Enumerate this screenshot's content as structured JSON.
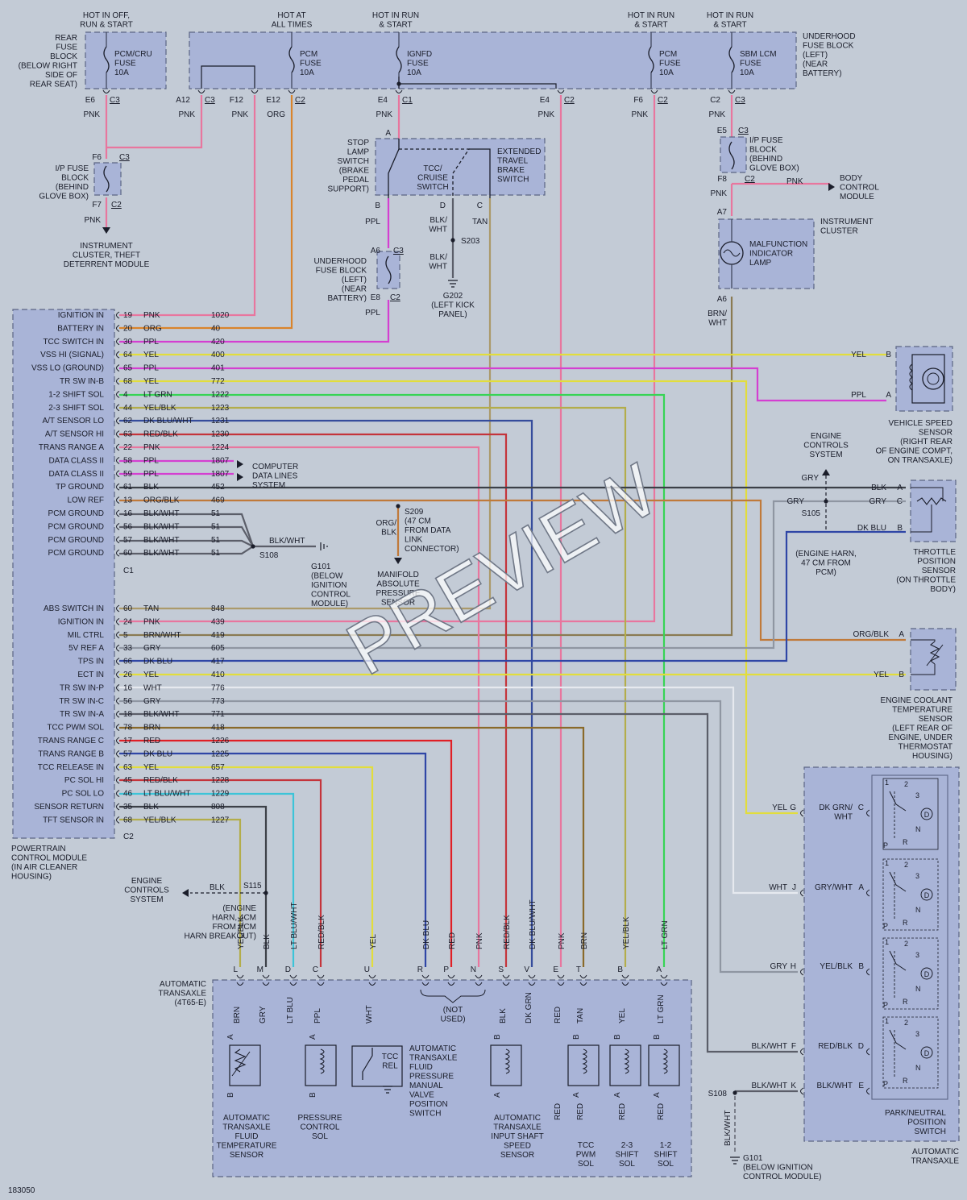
{
  "diagram_id": "183050",
  "watermark": "PREVIEW",
  "colors": {
    "PNK": "#e8769e",
    "ORG": "#d9842c",
    "PPL": "#d43fd1",
    "YEL": "#e2dd3c",
    "LTGRN": "#37d455",
    "YELBLK": "#b3ad4b",
    "DKBLU": "#2f46a6",
    "DKBLUWHT": "#354c9c",
    "REDBLK": "#c4343b",
    "BLK": "#3c4048",
    "ORGBLK": "#c07a3a",
    "BLKWHT": "#5b5e69",
    "TAN": "#ab9a6b",
    "BRNWHT": "#8a7b52",
    "GRY": "#8f96a2",
    "WHT": "#e6e9ef",
    "BRN": "#8a6a2a",
    "RED": "#e01f26",
    "LTBLUWHT": "#3cc4d8",
    "LTBLU": "#3cc4d8",
    "DKGRNWHT": "#2f8a5a",
    "DKGRN": "#20a32a"
  },
  "pcm": {
    "name": "POWERTRAIN\nCONTROL MODULE\n(IN AIR CLEANER\nHOUSING)",
    "conn_c1": "C1",
    "conn_c2": "C2",
    "pins": [
      {
        "label": "IGNITION IN",
        "pin": "19",
        "color": "PNK",
        "circuit": "1020"
      },
      {
        "label": "BATTERY IN",
        "pin": "20",
        "color": "ORG",
        "circuit": "40"
      },
      {
        "label": "TCC SWITCH IN",
        "pin": "30",
        "color": "PPL",
        "circuit": "420"
      },
      {
        "label": "VSS HI (SIGNAL)",
        "pin": "64",
        "color": "YEL",
        "circuit": "400"
      },
      {
        "label": "VSS LO (GROUND)",
        "pin": "65",
        "color": "PPL",
        "circuit": "401"
      },
      {
        "label": "TR SW IN-B",
        "pin": "68",
        "color": "YEL",
        "circuit": "772"
      },
      {
        "label": "1-2 SHIFT SOL",
        "pin": "4",
        "color": "LT GRN",
        "circuit": "1222"
      },
      {
        "label": "2-3 SHIFT SOL",
        "pin": "44",
        "color": "YEL/BLK",
        "circuit": "1223"
      },
      {
        "label": "A/T SENSOR LO",
        "pin": "62",
        "color": "DK BLU/WHT",
        "circuit": "1231"
      },
      {
        "label": "A/T SENSOR HI",
        "pin": "63",
        "color": "RED/BLK",
        "circuit": "1230"
      },
      {
        "label": "TRANS RANGE A",
        "pin": "22",
        "color": "PNK",
        "circuit": "1224"
      },
      {
        "label": "DATA CLASS II",
        "pin": "58",
        "color": "PPL",
        "circuit": "1807"
      },
      {
        "label": "DATA CLASS II",
        "pin": "59",
        "color": "PPL",
        "circuit": "1807"
      },
      {
        "label": "TP GROUND",
        "pin": "61",
        "color": "BLK",
        "circuit": "452"
      },
      {
        "label": "LOW REF",
        "pin": "13",
        "color": "ORG/BLK",
        "circuit": "469"
      },
      {
        "label": "PCM GROUND",
        "pin": "16",
        "color": "BLK/WHT",
        "circuit": "51"
      },
      {
        "label": "PCM GROUND",
        "pin": "56",
        "color": "BLK/WHT",
        "circuit": "51"
      },
      {
        "label": "PCM GROUND",
        "pin": "57",
        "color": "BLK/WHT",
        "circuit": "51"
      },
      {
        "label": "PCM GROUND",
        "pin": "60",
        "color": "BLK/WHT",
        "circuit": "51"
      },
      {
        "label": "ABS SWITCH IN",
        "pin": "60",
        "color": "TAN",
        "circuit": "848"
      },
      {
        "label": "IGNITION IN",
        "pin": "24",
        "color": "PNK",
        "circuit": "439"
      },
      {
        "label": "MIL CTRL",
        "pin": "5",
        "color": "BRN/WHT",
        "circuit": "419"
      },
      {
        "label": "5V REF A",
        "pin": "33",
        "color": "GRY",
        "circuit": "605"
      },
      {
        "label": "TPS IN",
        "pin": "66",
        "color": "DK BLU",
        "circuit": "417"
      },
      {
        "label": "ECT IN",
        "pin": "26",
        "color": "YEL",
        "circuit": "410"
      },
      {
        "label": "TR SW IN-P",
        "pin": "16",
        "color": "WHT",
        "circuit": "776"
      },
      {
        "label": "TR SW IN-C",
        "pin": "56",
        "color": "GRY",
        "circuit": "773"
      },
      {
        "label": "TR SW IN-A",
        "pin": "18",
        "color": "BLK/WHT",
        "circuit": "771"
      },
      {
        "label": "TCC PWM SOL",
        "pin": "78",
        "color": "BRN",
        "circuit": "418"
      },
      {
        "label": "TRANS RANGE C",
        "pin": "17",
        "color": "RED",
        "circuit": "1226"
      },
      {
        "label": "TRANS RANGE B",
        "pin": "57",
        "color": "DK BLU",
        "circuit": "1225"
      },
      {
        "label": "TCC RELEASE IN",
        "pin": "63",
        "color": "YEL",
        "circuit": "657"
      },
      {
        "label": "PC SOL HI",
        "pin": "45",
        "color": "RED/BLK",
        "circuit": "1228"
      },
      {
        "label": "PC SOL LO",
        "pin": "46",
        "color": "LT BLU/WHT",
        "circuit": "1229"
      },
      {
        "label": "SENSOR RETURN",
        "pin": "35",
        "color": "BLK",
        "circuit": "808"
      },
      {
        "label": "TFT SENSOR IN",
        "pin": "68",
        "color": "YEL/BLK",
        "circuit": "1227"
      }
    ]
  },
  "top": {
    "hot_labels": [
      "HOT IN OFF,\nRUN & START",
      "HOT AT\nALL TIMES",
      "HOT IN RUN\n& START",
      "HOT IN RUN\n& START",
      "HOT IN RUN\n& START"
    ],
    "rear_fuse_block": "REAR\nFUSE\nBLOCK\n(BELOW RIGHT\nSIDE OF\nREAR SEAT)",
    "underhood_fuse_block": "UNDERHOOD\nFUSE BLOCK\n(LEFT)\n(NEAR\nBATTERY)",
    "fuses": [
      "PCM/CRU\nFUSE\n10A",
      "PCM\nFUSE\n10A",
      "IGNFD\nFUSE\n10A",
      "PCM\nFUSE\n10A",
      "SBM LCM\nFUSE\n10A"
    ],
    "connectors": [
      {
        "pin": "E6",
        "conn": "C3",
        "wire": "PNK"
      },
      {
        "pin": "A12",
        "conn": "C3",
        "wire": "PNK"
      },
      {
        "pin": "F12",
        "conn": "",
        "wire": "PNK"
      },
      {
        "pin": "E12",
        "conn": "C2",
        "wire": "ORG"
      },
      {
        "pin": "E4",
        "conn": "C1",
        "wire": "PNK"
      },
      {
        "pin": "E4",
        "conn": "C2",
        "wire": "PNK"
      },
      {
        "pin": "F6",
        "conn": "C2",
        "wire": "PNK"
      },
      {
        "pin": "C2",
        "conn": "C3",
        "wire": "PNK"
      }
    ],
    "ip_fuse_block_left": "I/P FUSE\nBLOCK\n(BEHIND\nGLOVE BOX)",
    "ip_left_pins": {
      "top": "F6",
      "top_conn": "C3",
      "bot": "F7",
      "bot_conn": "C2",
      "wire": "PNK"
    },
    "instrument_cluster_theft": "INSTRUMENT\nCLUSTER, THEFT\nDETERRENT MODULE",
    "stop_lamp_switch": "STOP\nLAMP\nSWITCH\n(BRAKE\nPEDAL\nSUPPORT)",
    "tcc_cruise_switch": "TCC/\nCRUISE\nSWITCH",
    "extended_travel": "EXTENDED\nTRAVEL\nBRAKE\nSWITCH",
    "switch_pins": {
      "a": "A",
      "b": "B",
      "d": "D",
      "c": "C"
    },
    "switch_wires": {
      "b": "PPL",
      "d": "BLK/\nWHT",
      "c": "TAN",
      "d2": "BLK/\nWHT"
    },
    "s203": "S203",
    "g202": "G202\n(LEFT KICK\nPANEL)",
    "underhood_small": "UNDERHOOD\nFUSE BLOCK\n(LEFT)\n(NEAR\nBATTERY)",
    "underhood_small_pins": {
      "top": "A6",
      "top_conn": "C3",
      "bot": "E8",
      "bot_conn": "C2",
      "wire": "PPL"
    },
    "ip_fuse_block_right": "I/P FUSE\nBLOCK\n(BEHIND\nGLOVE BOX)",
    "ip_right_pins": {
      "top": "E5",
      "top_conn": "C3",
      "bot": "F8",
      "bot_conn": "C2",
      "wire": "PNK",
      "wire2": "PNK"
    },
    "body_control_module": "BODY\nCONTROL\nMODULE",
    "instrument_cluster": "INSTRUMENT\nCLUSTER",
    "mil": "MALFUNCTION\nINDICATOR\nLAMP",
    "mil_pins": {
      "top": "A7",
      "bot": "A6",
      "wire": "BRN/\nWHT"
    }
  },
  "middle": {
    "computer_data_lines": "COMPUTER\nDATA LINES\nSYSTEM",
    "s108": "S108",
    "blk_wht": "BLK/WHT",
    "g101": "G101\n(BELOW\nIGNITION\nCONTROL\nMODULE)",
    "s209": "S209\n(47 CM\nFROM DATA\nLINK\nCONNECTOR)",
    "org_blk": "ORG/\nBLK",
    "map_sensor": "MANIFOLD\nABSOLUTE\nPRESSURE\nSENSOR",
    "engine_controls_1": "ENGINE\nCONTROLS\nSYSTEM",
    "gry": "GRY",
    "s105": "S105",
    "engine_harn_1": "(ENGINE HARN,\n47 CM FROM\nPCM)",
    "vss_label": "VEHICLE SPEED\nSENSOR\n(RIGHT REAR\nOF ENGINE COMPT,\nON TRANSAXLE)",
    "vss_pins": [
      {
        "wire": "YEL",
        "pin": "B"
      },
      {
        "wire": "PPL",
        "pin": "A"
      }
    ],
    "tps_label": "THROTTLE\nPOSITION\nSENSOR\n(ON THROTTLE\nBODY)",
    "tps_pins": [
      {
        "wire": "BLK",
        "pin": "A"
      },
      {
        "wire": "GRY",
        "pin": "C"
      },
      {
        "wire": "DK BLU",
        "pin": "B"
      }
    ],
    "ect_label": "ENGINE COOLANT\nTEMPERATURE\nSENSOR\n(LEFT REAR OF\nENGINE, UNDER\nTHERMOSTAT\nHOUSING)",
    "ect_pins": [
      {
        "wire": "ORG/BLK",
        "pin": "A"
      },
      {
        "wire": "YEL",
        "pin": "B"
      }
    ]
  },
  "bottom": {
    "engine_controls_2": "ENGINE\nCONTROLS\nSYSTEM",
    "blk": "BLK",
    "s115": "S115",
    "engine_harn_2": "(ENGINE\nHARN, 4CM\nFROM PCM\nHARN BREAKOUT)",
    "transaxle_label": "AUTOMATIC\nTRANSAXLE\n(4T65-E)",
    "not_used": "(NOT\nUSED)",
    "trans_connector": [
      {
        "wire": "YEL/BLK",
        "pin": "L"
      },
      {
        "wire": "BLK",
        "pin": "M"
      },
      {
        "wire": "LT BLU/WHT",
        "pin": "D"
      },
      {
        "wire": "RED/BLK",
        "pin": "C"
      },
      {
        "wire": "YEL",
        "pin": "U"
      },
      {
        "wire": "DK BLU",
        "pin": "R"
      },
      {
        "wire": "RED",
        "pin": "P"
      },
      {
        "wire": "PNK",
        "pin": "N"
      },
      {
        "wire": "RED/BLK",
        "pin": "S"
      },
      {
        "wire": "DK BLU/WHT",
        "pin": "V"
      },
      {
        "wire": "PNK",
        "pin": "E"
      },
      {
        "wire": "BRN",
        "pin": "T"
      },
      {
        "wire": "YEL/BLK",
        "pin": "B"
      },
      {
        "wire": "LT GRN",
        "pin": "A"
      }
    ],
    "internal_wires": [
      "BRN",
      "GRY",
      "LT BLU",
      "PPL",
      "WHT",
      "BLK",
      "DK GRN",
      "RED",
      "TAN",
      "YEL",
      "LT GRN",
      "RED",
      "RED",
      "RED",
      "RED"
    ],
    "tft_sensor": "AUTOMATIC\nTRANSAXLE\nFLUID\nTEMPERATURE\nSENSOR",
    "pc_sol": "PRESSURE\nCONTROL\nSOL",
    "tcc_rel": "TCC\nREL",
    "fluid_switch": "AUTOMATIC\nTRANSAXLE\nFLUID\nPRESSURE\nMANUAL\nVALVE\nPOSITION\nSWITCH",
    "iss_sensor": "AUTOMATIC\nTRANSAXLE\nINPUT SHAFT\nSPEED\nSENSOR",
    "tcc_pwm": "TCC\nPWM\nSOL",
    "shift_23": "2-3\nSHIFT\nSOL",
    "shift_12": "1-2\nSHIFT\nSOL",
    "sensor_pins": {
      "a": "A",
      "b": "B"
    }
  },
  "pnp": {
    "label": "PARK/NEUTRAL\nPOSITION\nSWITCH",
    "auto_trans": "AUTOMATIC\nTRANSAXLE",
    "rows": [
      {
        "outer_wire": "YEL",
        "outer_pin": "G",
        "inner_wire": "DK GRN/\nWHT",
        "inner_pin": "C"
      },
      {
        "outer_wire": "WHT",
        "outer_pin": "J",
        "inner_wire": "GRY/WHT",
        "inner_pin": "A"
      },
      {
        "outer_wire": "GRY",
        "outer_pin": "H",
        "inner_wire": "YEL/BLK",
        "inner_pin": "B"
      },
      {
        "outer_wire": "BLK/WHT",
        "outer_pin": "F",
        "inner_wire": "RED/BLK",
        "inner_pin": "D"
      },
      {
        "outer_wire": "BLK/WHT",
        "outer_pin": "K",
        "inner_wire": "BLK/WHT",
        "inner_pin": "E"
      }
    ],
    "positions": [
      "1",
      "2",
      "3",
      "D",
      "N",
      "P",
      "R"
    ],
    "s108b": "S108",
    "blk_wht_v": "BLK/WHT",
    "g101b": "G101\n(BELOW IGNITION\nCONTROL MODULE)"
  }
}
